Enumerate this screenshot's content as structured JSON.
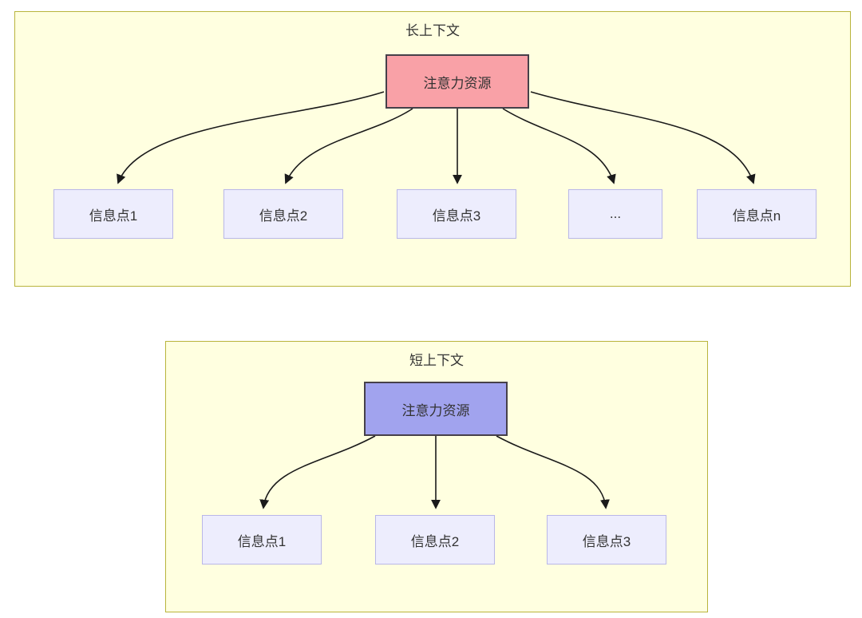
{
  "diagram": {
    "long_context": {
      "title": "长上下文",
      "attention_label": "注意力资源",
      "nodes": [
        "信息点1",
        "信息点2",
        "信息点3",
        "...",
        "信息点n"
      ]
    },
    "short_context": {
      "title": "短上下文",
      "attention_label": "注意力资源",
      "nodes": [
        "信息点1",
        "信息点2",
        "信息点3"
      ]
    },
    "colors": {
      "container_bg": "#ffffe0",
      "container_border": "#b9b43c",
      "attention_long_bg": "#f9a1a7",
      "attention_short_bg": "#a1a3ee",
      "attention_border": "#46404a",
      "node_bg": "#ededfd",
      "node_border": "#b9b7e8",
      "arrow": "#1a1a1a",
      "text": "#333333"
    }
  }
}
